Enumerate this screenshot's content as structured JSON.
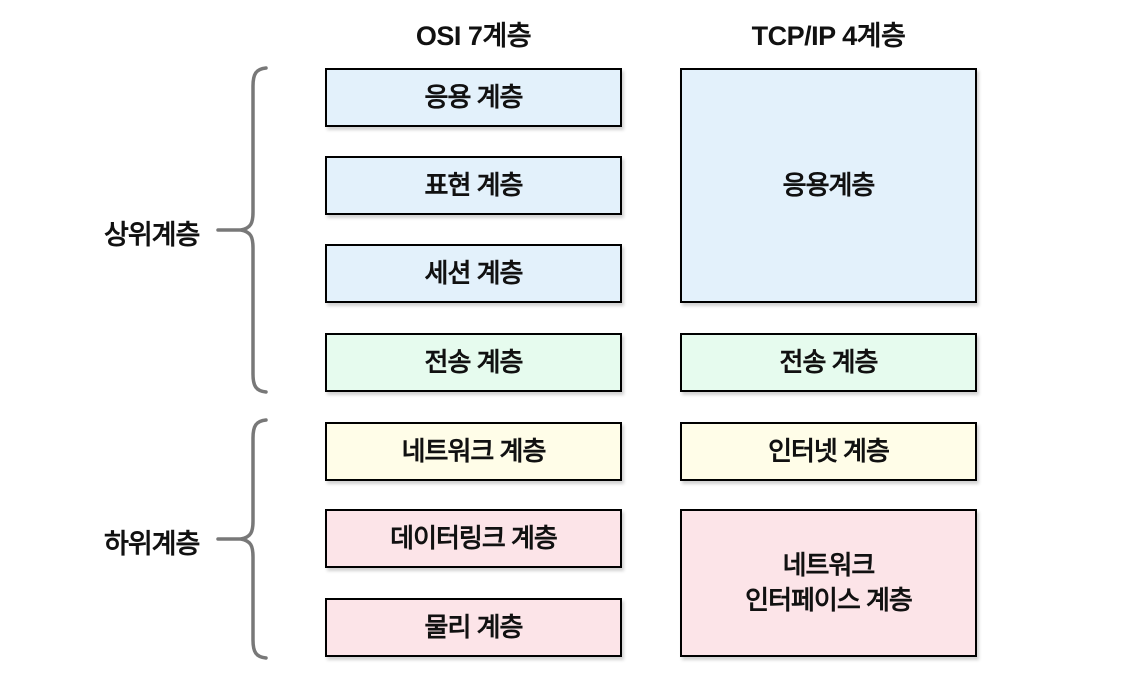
{
  "columns": {
    "osi": {
      "header": "OSI 7계층"
    },
    "tcpip": {
      "header": "TCP/IP 4계층"
    }
  },
  "groups": {
    "upper": {
      "label": "상위계층"
    },
    "lower": {
      "label": "하위계층"
    }
  },
  "osi": {
    "layers": [
      {
        "name": "application",
        "label": "응용 계층",
        "color": "#e3f1fb"
      },
      {
        "name": "presentation",
        "label": "표현 계층",
        "color": "#e3f1fb"
      },
      {
        "name": "session",
        "label": "세션 계층",
        "color": "#e3f1fb"
      },
      {
        "name": "transport",
        "label": "전송 계층",
        "color": "#e6fbee"
      },
      {
        "name": "network",
        "label": "네트워크 계층",
        "color": "#fffde8"
      },
      {
        "name": "datalink",
        "label": "데이터링크 계층",
        "color": "#fce4e8"
      },
      {
        "name": "physical",
        "label": "물리 계층",
        "color": "#fce4e8"
      }
    ]
  },
  "tcpip": {
    "layers": [
      {
        "name": "application",
        "label": "응용계층",
        "color": "#e3f1fb"
      },
      {
        "name": "transport",
        "label": "전송 계층",
        "color": "#e6fbee"
      },
      {
        "name": "internet",
        "label": "인터넷 계층",
        "color": "#fffde8"
      },
      {
        "name": "network-interface",
        "label": "네트워크\n인터페이스 계층",
        "color": "#fce4e8"
      }
    ]
  },
  "colors": {
    "application_fill": "#e3f1fb",
    "transport_fill": "#e6fbee",
    "network_fill": "#fffde8",
    "link_fill": "#fce4e8",
    "box_border": "#000000",
    "brace_stroke": "#787878",
    "text": "#111111"
  }
}
